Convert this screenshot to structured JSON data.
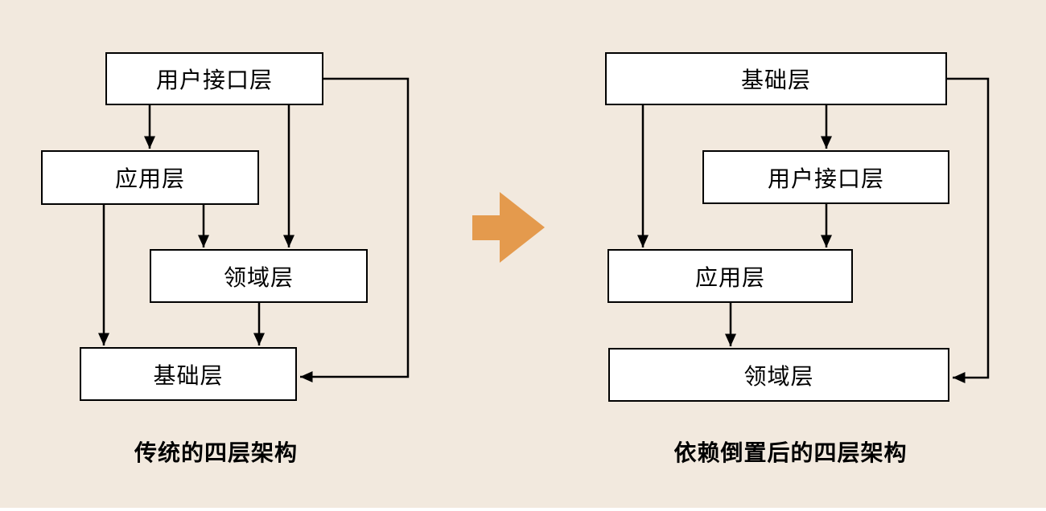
{
  "canvas": {
    "background_color": "#F2E9DE",
    "line_color": "#000000",
    "box_fill": "#FFFFFF"
  },
  "left_diagram": {
    "caption": "传统的四层架构",
    "boxes": [
      {
        "label": "用户接口层"
      },
      {
        "label": "应用层"
      },
      {
        "label": "领域层"
      },
      {
        "label": "基础层"
      }
    ]
  },
  "transform_arrow": {
    "icon": "right-arrow-icon",
    "color": "#E49A4D"
  },
  "right_diagram": {
    "caption": "依赖倒置后的四层架构",
    "boxes": [
      {
        "label": "基础层"
      },
      {
        "label": "用户接口层"
      },
      {
        "label": "应用层"
      },
      {
        "label": "领域层"
      }
    ]
  }
}
